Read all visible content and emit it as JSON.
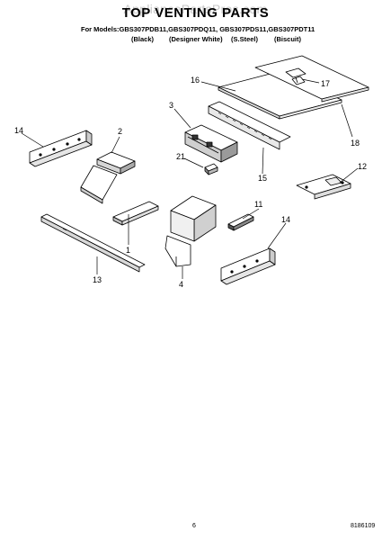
{
  "header": {
    "title": "TOP VENTING PARTS",
    "watermark": "AppliancePartsPros.com",
    "models_line": "For Models:GBS307PDB11,GBS307PDQ11, GBS307PDS11,GBS307PDT11",
    "variants": [
      "(Black)",
      "(Designer White)",
      "(S.Steel)",
      "(Biscuit)"
    ]
  },
  "callouts": [
    "16",
    "17",
    "3",
    "18",
    "14",
    "2",
    "21",
    "15",
    "12",
    "1",
    "11",
    "14",
    "13",
    "4"
  ],
  "footer": {
    "page_number": "6",
    "doc_number": "8186109"
  }
}
